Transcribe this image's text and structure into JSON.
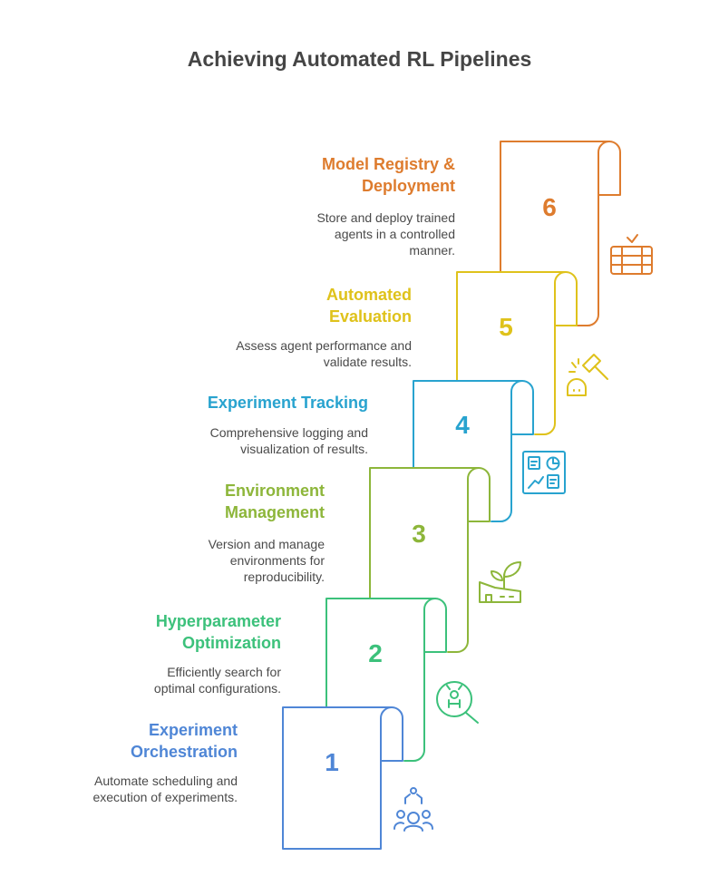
{
  "title": "Achieving Automated RL Pipelines",
  "steps": [
    {
      "number": "1",
      "title": "Experiment Orchestration",
      "desc": "Automate scheduling and execution of experiments.",
      "color": "#4f86d6",
      "icon": "robot-arm-people-icon"
    },
    {
      "number": "2",
      "title": "Hyperparameter Optimization",
      "desc": "Efficiently search for optimal configurations.",
      "color": "#3cc17b",
      "icon": "magnifier-gear-icon"
    },
    {
      "number": "3",
      "title": "Environment Management",
      "desc": "Version and manage environments for reproducibility.",
      "color": "#8db63a",
      "icon": "factory-plant-icon"
    },
    {
      "number": "4",
      "title": "Experiment Tracking",
      "desc": "Comprehensive logging and visualization of results.",
      "color": "#28a3cf",
      "icon": "dashboard-icon"
    },
    {
      "number": "5",
      "title": "Automated Evaluation",
      "desc": "Assess agent performance and validate results.",
      "color": "#dfc21b",
      "icon": "gavel-icon"
    },
    {
      "number": "6",
      "title": "Model Registry & Deployment",
      "desc": "Store and deploy trained agents in a controlled manner.",
      "color": "#de7c2e",
      "icon": "server-check-icon"
    }
  ]
}
